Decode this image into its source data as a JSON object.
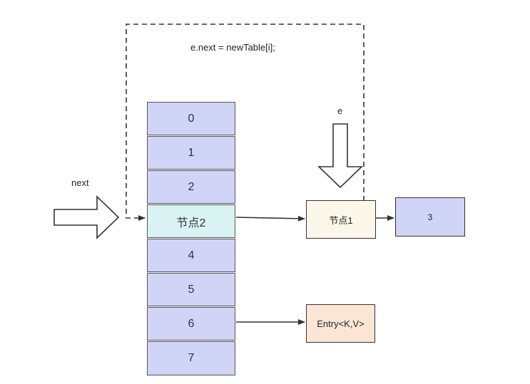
{
  "labels": {
    "code": "e.next = newTable[i];",
    "e_label": "e",
    "next_label": "next"
  },
  "table": {
    "cells": [
      "0",
      "1",
      "2",
      "节点2",
      "4",
      "5",
      "6",
      "7"
    ]
  },
  "nodes": {
    "node1": "节点1",
    "node3": "3",
    "entry": "Entry<K,V>"
  },
  "colors": {
    "cell_fill": "#d0d4f7",
    "highlight_fill": "#d8f3f1",
    "node1_fill": "#fcf7e8",
    "node3_fill": "#d0d4f7",
    "entry_fill": "#fbe6d6"
  }
}
